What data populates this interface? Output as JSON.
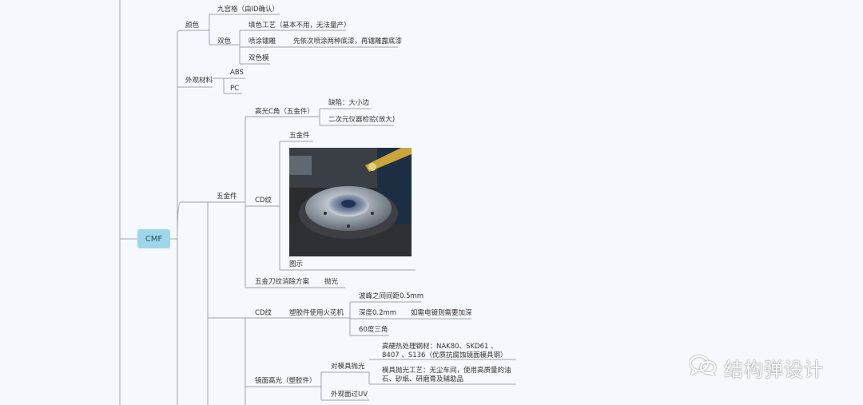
{
  "mindmap": {
    "root": "CMF",
    "color": "颜色",
    "grid9": "九宫格（由ID确认）",
    "two_color": "双色",
    "fill_process": "填色工艺（基本不用，无法量产）",
    "spray_engrave": "喷涂镭雕",
    "spray_engrave_desc": "先依次喷涂两种底漆，再镭雕露底漆",
    "two_shot_mold": "双色模",
    "appearance_material": "外观材料",
    "abs": "ABS",
    "pc": "PC",
    "hardware": "五金件",
    "highlight_c": "高光C角（五金件）",
    "defect": "缺陷：大小边",
    "inspect": "二次元仪器检验(放大)",
    "cd_pattern": "CD纹",
    "hardware_sub": "五金件",
    "figure": "图示",
    "knife_mark": "五金刀纹消除方案",
    "polish": "抛光",
    "cd_pattern2": "CD纹",
    "plastic_spark": "塑胶件使用火花机",
    "peak_spacing": "波峰之间间距0.5mm",
    "depth": "深度0.2mm",
    "plating_deepen": "如需电镀则需要加深",
    "triangle60": "60度三角",
    "mirror": "镜面高光（塑胶件）",
    "mold_polish": "对模具抛光",
    "steel": "高硬热处理钢材：NAK80、SKD61 、 8407 、S136（优质抗腐蚀镜面模具钢）",
    "polish_process": "模具抛光工艺：无尘车间，使用高质量的油石、砂纸、研磨膏及辅助品",
    "uv": "外观面过UV"
  },
  "watermark": {
    "icon": "wechat-icon",
    "text": "结构弹设计"
  },
  "colors": {
    "root_fill": "#9fd6ea",
    "line": "#9aa3ad",
    "background": "#f5f8fc"
  }
}
